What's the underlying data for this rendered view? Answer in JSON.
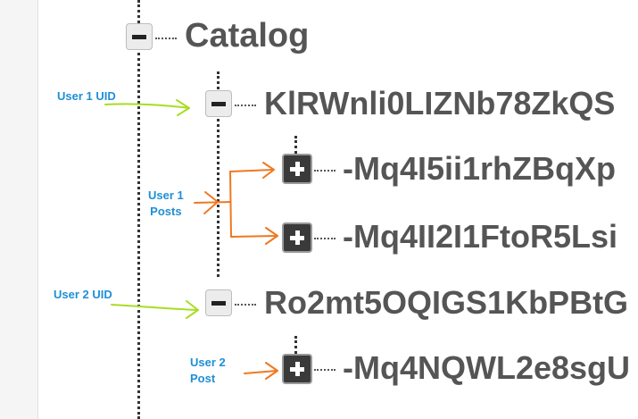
{
  "tree": {
    "root_label": "Catalog",
    "user1": {
      "uid": "KlRWnli0LIZNb78ZkQS",
      "posts": [
        {
          "key": "-Mq4I5ii1rhZBqXp"
        },
        {
          "key": "-Mq4II2I1FtoR5Lsi"
        }
      ]
    },
    "user2": {
      "uid": "Ro2mt5OQIGS1KbPBtG",
      "posts": [
        {
          "key": "-Mq4NQWL2e8sgU"
        }
      ]
    }
  },
  "annotations": {
    "user1_uid": "User 1 UID",
    "user1_posts": [
      "User 1",
      "Posts"
    ],
    "user2_uid": "User 2 UID",
    "user2_post": [
      "User 2",
      "Post"
    ]
  },
  "colors": {
    "green_arrow": "#aadd22",
    "orange_arrow": "#f07820",
    "annotation_text": "#1e8fd6",
    "node_text": "#555555"
  },
  "icons": {
    "expanded": "minus-icon",
    "collapsed": "plus-icon"
  }
}
